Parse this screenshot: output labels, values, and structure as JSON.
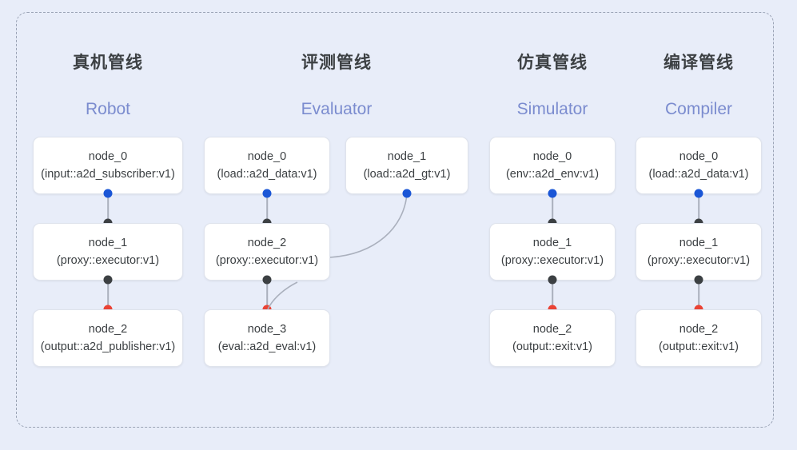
{
  "diagram": {
    "frame": {
      "style": "dashed-rounded-rectangle"
    },
    "columns": [
      {
        "id": "robot",
        "title_cn": "真机管线",
        "title_en": "Robot",
        "nodes": [
          {
            "name": "node_0",
            "spec": "(input::a2d_subscriber:v1)"
          },
          {
            "name": "node_1",
            "spec": "(proxy::executor:v1)"
          },
          {
            "name": "node_2",
            "spec": "(output::a2d_publisher:v1)"
          }
        ]
      },
      {
        "id": "evaluator",
        "title_cn": "评测管线",
        "title_en": "Evaluator",
        "nodes": [
          {
            "name": "node_0",
            "spec": "(load::a2d_data:v1)"
          },
          {
            "name": "node_1",
            "spec": "(load::a2d_gt:v1)"
          },
          {
            "name": "node_2",
            "spec": "(proxy::executor:v1)"
          },
          {
            "name": "node_3",
            "spec": "(eval::a2d_eval:v1)"
          }
        ]
      },
      {
        "id": "simulator",
        "title_cn": "仿真管线",
        "title_en": "Simulator",
        "nodes": [
          {
            "name": "node_0",
            "spec": "(env::a2d_env:v1)"
          },
          {
            "name": "node_1",
            "spec": "(proxy::executor:v1)"
          },
          {
            "name": "node_2",
            "spec": "(output::exit:v1)"
          }
        ]
      },
      {
        "id": "compiler",
        "title_cn": "编译管线",
        "title_en": "Compiler",
        "nodes": [
          {
            "name": "node_0",
            "spec": "(load::a2d_data:v1)"
          },
          {
            "name": "node_1",
            "spec": "(proxy::executor:v1)"
          },
          {
            "name": "node_2",
            "spec": "(output::exit:v1)"
          }
        ]
      }
    ],
    "colors": {
      "background": "#e8edf9",
      "node_fill": "#ffffff",
      "node_border": "#dfe3ec",
      "frame_border": "#9aa3b5",
      "title_cn": "#3c4043",
      "title_en": "#7b8ccf",
      "port_output": "#1a56d6",
      "port_input": "#3c4043",
      "port_terminal": "#ea4335",
      "edge": "#aab0bd"
    }
  }
}
